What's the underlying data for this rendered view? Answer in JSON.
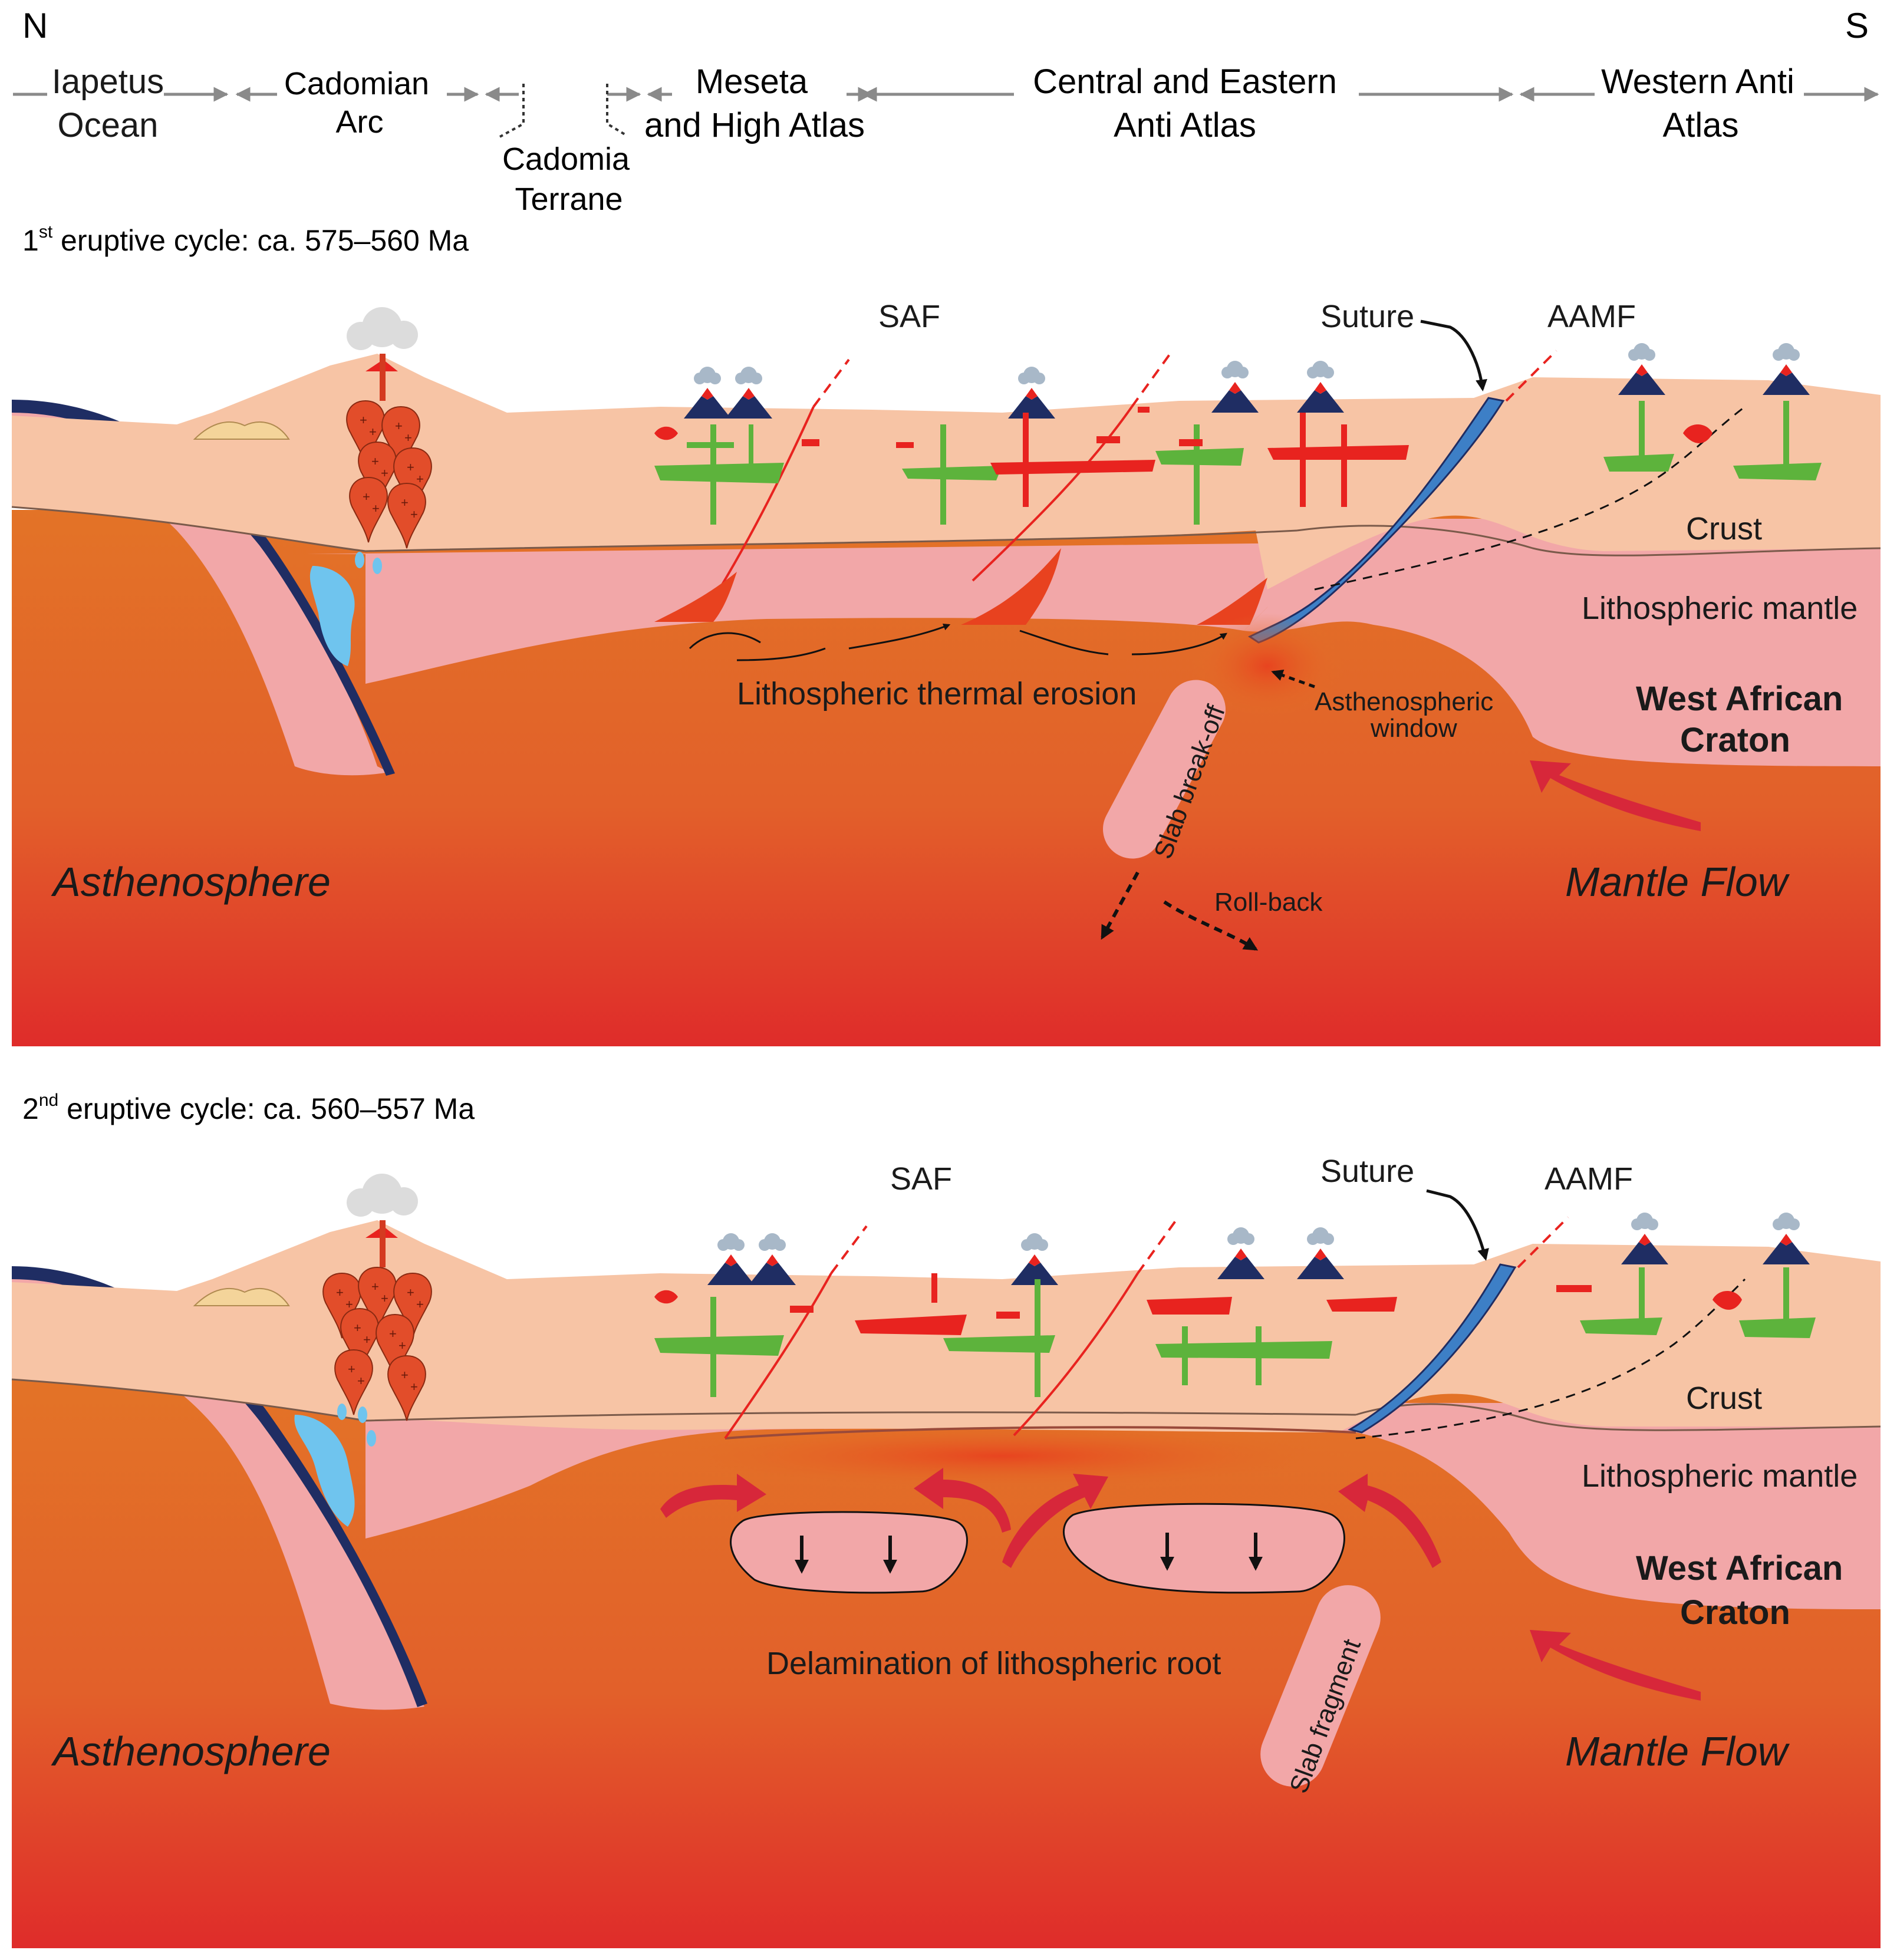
{
  "header": {
    "north": "N",
    "south": "S",
    "regions": [
      {
        "line1": "Iapetus",
        "line2": "Ocean"
      },
      {
        "line1": "Cadomian",
        "line2": "Arc"
      },
      {
        "line1": "Cadomia",
        "line2": "Terrane"
      },
      {
        "line1": "Meseta",
        "line2": "and High Atlas"
      },
      {
        "line1": "Central and Eastern",
        "line2": "Anti Atlas"
      },
      {
        "line1": "Western Anti",
        "line2": "Atlas"
      }
    ]
  },
  "panels": [
    {
      "cycle_ordinal": "1",
      "cycle_sup": "st",
      "cycle_text": " eruptive cycle: ca. 575–560 Ma",
      "labels": {
        "saf": "SAF",
        "suture": "Suture",
        "aamf": "AAMF",
        "crust": "Crust",
        "lith_mantle": "Lithospheric mantle",
        "craton_line1": "West African",
        "craton_line2": "Craton",
        "asthenosphere": "Asthenosphere",
        "mantle_flow": "Mantle Flow",
        "process": "Lithospheric thermal erosion",
        "window_line1": "Asthenospheric",
        "window_line2": "window",
        "slab": "Slab break-off",
        "rollback": "Roll-back"
      }
    },
    {
      "cycle_ordinal": "2",
      "cycle_sup": "nd",
      "cycle_text": " eruptive cycle: ca. 560–557  Ma",
      "labels": {
        "saf": "SAF",
        "suture": "Suture",
        "aamf": "AAMF",
        "crust": "Crust",
        "lith_mantle": "Lithospheric mantle",
        "craton_line1": "West African",
        "craton_line2": "Craton",
        "asthenosphere": "Asthenosphere",
        "mantle_flow": "Mantle Flow",
        "process": "Delamination of lithospheric root",
        "slab": "Slab fragment"
      }
    }
  ],
  "colors": {
    "crust": "#f7c4a5",
    "lithospheric_mantle": "#f2a7a8",
    "asthenosphere_top": "#e37327",
    "asthenosphere_bottom": "#df2c2a",
    "slab_oceanic": "#1f2d63",
    "suture_blue": "#3d7fc6",
    "fluid_blue": "#6fc4ee",
    "magma_red": "#e8231f",
    "magma_green": "#5db33c",
    "mantle_flow_arrow": "#d7273a",
    "sediment_yellow": "#f4d49a"
  }
}
